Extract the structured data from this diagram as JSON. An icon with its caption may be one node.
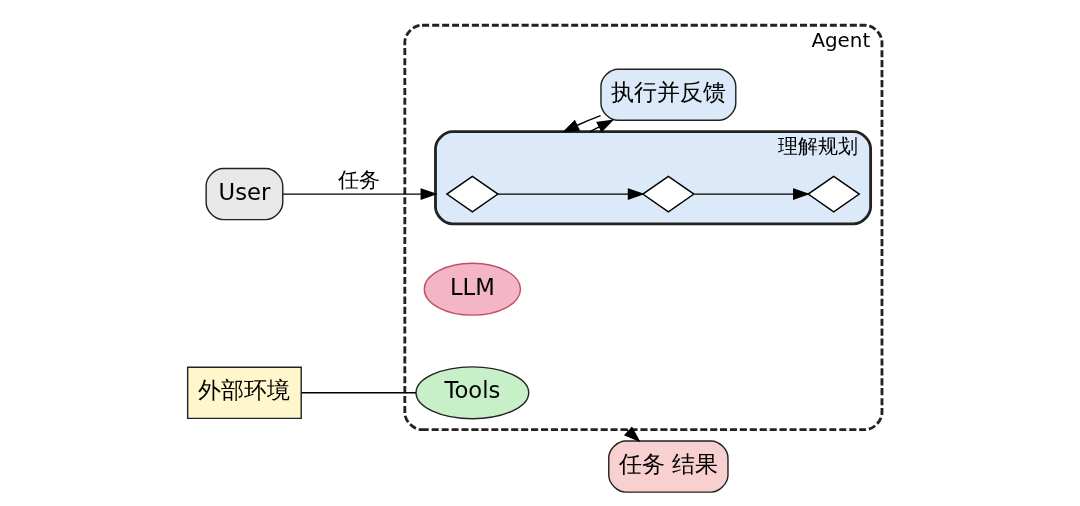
{
  "diagram": {
    "nodes": [
      {
        "text": [
          "Agent"
        ]
      },
      {
        "text": [
          "User"
        ]
      },
      {
        "text": [
          "LLM"
        ],
        "in": 0
      },
      {
        "text": [
          "理解规划"
        ],
        "in": 0
      },
      {
        "text": [],
        "shape": "diamond",
        "in": 3
      },
      {
        "text": [],
        "shape": "diamond",
        "in": 3
      },
      {
        "text": [],
        "shape": "diamond",
        "in": 3
      },
      {
        "text": [
          "Tools"
        ],
        "in": 0
      },
      {
        "text": [
          "执行并反馈"
        ],
        "in": 0
      },
      {
        "text": [
          "外部环境"
        ]
      },
      {
        "text": [
          "任务 结果"
        ]
      }
    ],
    "edges": [
      {
        "from": 1,
        "to": 3,
        "arrow": "to",
        "label": "任务"
      },
      {
        "from": 4,
        "to": 5,
        "arrow": "to"
      },
      {
        "from": 5,
        "to": 6,
        "arrow": "to"
      },
      {
        "from": 3,
        "to": 8,
        "arrow": "to"
      },
      {
        "from": 8,
        "to": 3,
        "arrow": "to"
      },
      {
        "from": 9,
        "to": 7,
        "arrow": "none"
      },
      {
        "from": 0,
        "to": 10,
        "arrow": "to"
      }
    ]
  }
}
